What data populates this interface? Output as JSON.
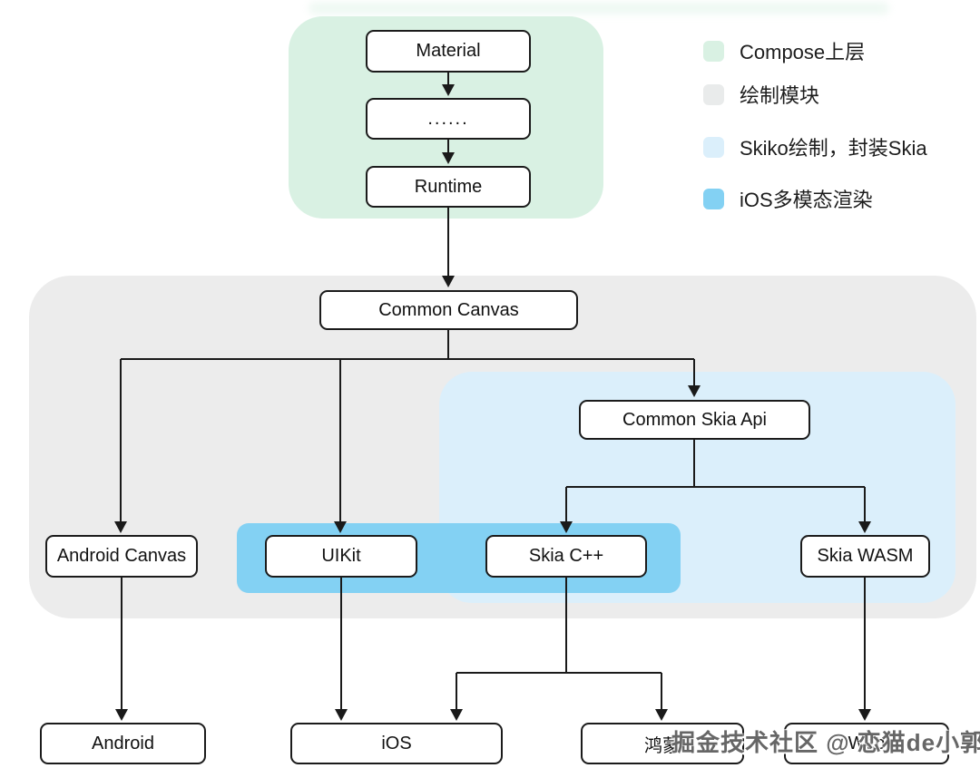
{
  "legend": {
    "items": [
      {
        "label": "Compose上层",
        "color": "#d9f1e3",
        "swatch": "green-swatch"
      },
      {
        "label": "绘制模块",
        "color": "#e9ebeb",
        "swatch": "gray-swatch"
      },
      {
        "label": "Skiko绘制，封装Skia",
        "color": "#dbeffb",
        "swatch": "lightblue-swatch"
      },
      {
        "label": "iOS多模态渲染",
        "color": "#83d1f3",
        "swatch": "blue-swatch"
      }
    ]
  },
  "regions": {
    "compose_layer": {
      "color": "#d9f1e3"
    },
    "draw_module": {
      "color": "#ececec"
    },
    "skiko": {
      "color": "#dbeffb"
    },
    "ios_multimodal": {
      "color": "#83d1f3"
    }
  },
  "nodes": {
    "material": {
      "label": "Material"
    },
    "ellipsis": {
      "label": "......"
    },
    "runtime": {
      "label": "Runtime"
    },
    "common_canvas": {
      "label": "Common Canvas"
    },
    "common_skia_api": {
      "label": "Common Skia Api"
    },
    "android_canvas": {
      "label": "Android Canvas"
    },
    "uikit": {
      "label": "UIKit"
    },
    "skia_cpp": {
      "label": "Skia C++"
    },
    "skia_wasm": {
      "label": "Skia WASM"
    },
    "android": {
      "label": "Android"
    },
    "ios": {
      "label": "iOS"
    },
    "harmonyos": {
      "label": "鸿蒙"
    },
    "web": {
      "label": "Web"
    }
  },
  "watermark": {
    "text": "掘金技术社区 @ 恋猫de小郭"
  },
  "colors": {
    "line": "#1a1a1a",
    "node_border": "#1b1b1b",
    "node_bg": "#ffffff",
    "text": "#111111"
  }
}
